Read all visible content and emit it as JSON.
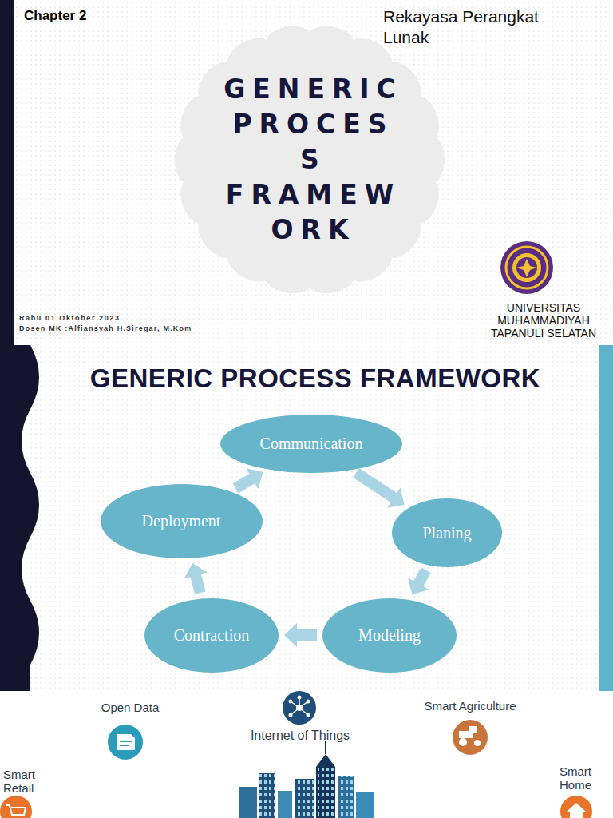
{
  "diagram": {
    "title": "GENERIC PROCESS FRAMEWORK",
    "nodes": [
      {
        "text": [
          "GENERIC PROCES S FRAMEW ORK"
        ]
      },
      {
        "text": [
          "Communication"
        ]
      },
      {
        "text": [
          "Planing"
        ]
      },
      {
        "text": [
          "Modeling"
        ]
      },
      {
        "text": [
          "Contraction"
        ]
      },
      {
        "text": [
          "Deployment"
        ]
      }
    ],
    "edges": [
      {
        "from": 1,
        "to": 2,
        "arrow": "to"
      },
      {
        "from": 2,
        "to": 3,
        "arrow": "to"
      },
      {
        "from": 3,
        "to": 4,
        "arrow": "to"
      },
      {
        "from": 4,
        "to": 5,
        "arrow": "to"
      },
      {
        "from": 5,
        "to": 1,
        "arrow": "to"
      }
    ],
    "labels": [
      "Chapter 2",
      "Rekayasa Perangkat Lunak",
      "Rabu 01 Oktober 2023",
      "Dosen MK :Alfiansyah H.Siregar, M.Kom",
      "UNIVERSITAS MUHAMMADIYAH TAPANULI SELATAN",
      "Open Data",
      "Internet of Things",
      "Smart Agriculture",
      "Smart Retail",
      "Smart Home"
    ]
  }
}
